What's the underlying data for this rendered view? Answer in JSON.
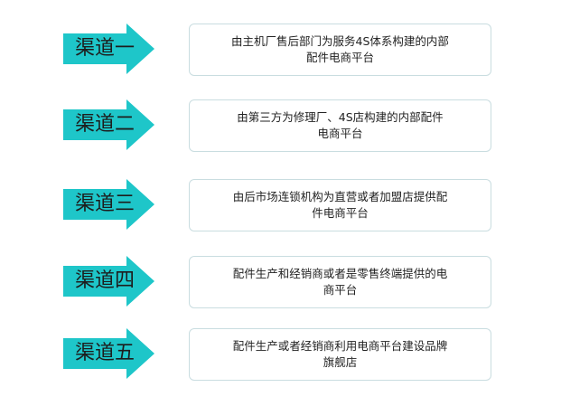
{
  "colors": {
    "arrow_fill": "#1ec6c9",
    "box_border": "#c9dde0",
    "text": "#222222"
  },
  "channels": [
    {
      "label": "渠道一",
      "description": "由主机厂售后部门为服务4S体系构建的内部配件电商平台"
    },
    {
      "label": "渠道二",
      "description": "由第三方为修理厂、4S店构建的内部配件电商平台"
    },
    {
      "label": "渠道三",
      "description": "由后市场连锁机构为直营或者加盟店提供配件电商平台"
    },
    {
      "label": "渠道四",
      "description": "配件生产和经销商或者是零售终端提供的电商平台"
    },
    {
      "label": "渠道五",
      "description": "配件生产或者经销商利用电商平台建设品牌旗舰店"
    }
  ]
}
